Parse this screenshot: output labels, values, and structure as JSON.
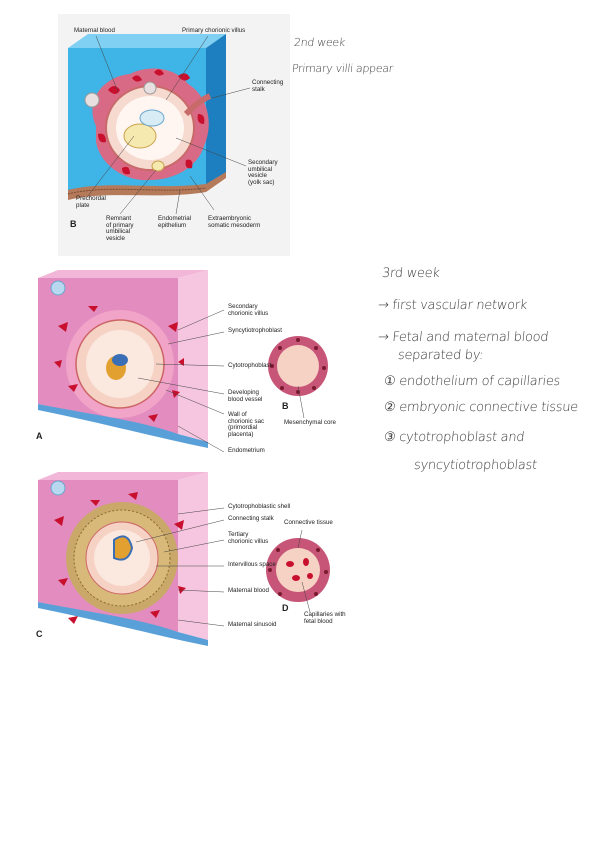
{
  "figure1": {
    "letter": "B",
    "labels": {
      "maternal_blood": "Maternal blood",
      "primary_villus": "Primary chorionic villus",
      "connecting_stalk": "Connecting\nstalk",
      "secondary_umbilical": "Secondary\numbilical\nvesicle\n(yolk sac)",
      "prechordal": "Prechordal\nplate",
      "remnant": "Remnant\nof primary\numbilical\nvesicle",
      "endometrial": "Endometrial\nepithelium",
      "extraembryonic": "Extraembryonic\nsomatic mesoderm"
    }
  },
  "figure2": {
    "letterA": "A",
    "letterB": "B",
    "labels": {
      "secondary_villus": "Secondary\nchorionic villus",
      "syncytio": "Syncytiotrophoblast",
      "cyto": "Cytotrophoblast",
      "developing_vessel": "Developing\nblood vessel",
      "wall": "Wall of\nchorionic sac\n(primordial\nplacenta)",
      "mesenchymal": "Mesenchymal core",
      "endometrium": "Endometrium"
    }
  },
  "figure3": {
    "letterC": "C",
    "letterD": "D",
    "labels": {
      "cytotroph_shell": "Cytotrophoblastic shell",
      "connecting_stalk": "Connecting stalk",
      "tertiary_villus": "Tertiary\nchorionic villus",
      "intervillous": "Intervillous space",
      "maternal_blood": "Maternal blood",
      "maternal_sinusoid": "Maternal sinusoid",
      "connective": "Connective tissue",
      "capillaries": "Capillaries with\nfetal blood"
    }
  },
  "notes": {
    "week2_a": "2nd week",
    "week2_b": "Primary villi appear",
    "week3": "3rd week",
    "line1": "→ first vascular network",
    "line2a": "→ Fetal and maternal blood",
    "line2b": "separated by:",
    "item1": "① endothelium of capillaries",
    "item2": "② embryonic connective tissue",
    "item3a": "③ cytotrophoblast  and",
    "item3b": "syncytiotrophoblast"
  }
}
